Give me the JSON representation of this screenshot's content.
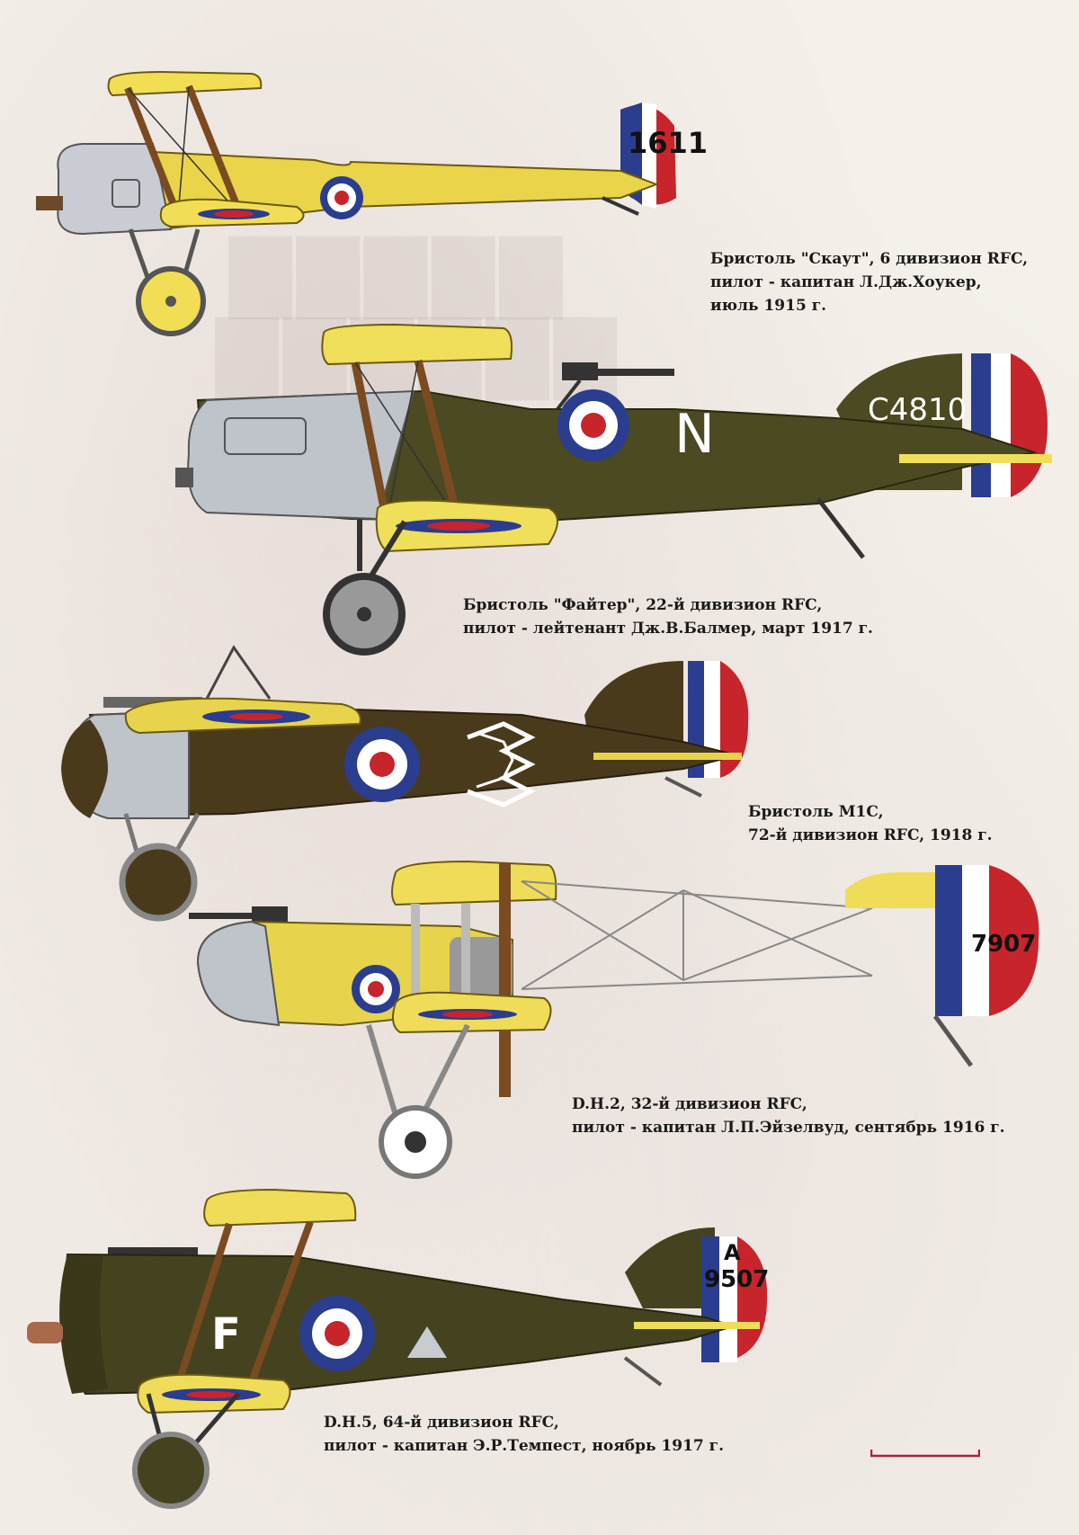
{
  "aircraft": [
    {
      "id": "bristol-scout",
      "caption": [
        "Бристоль \"Скаут\", 6 дивизион  RFC,",
        "пилот - капитан  Л.Дж.Хоукер,",
        "июль 1915 г."
      ],
      "serial": "1611",
      "colors": {
        "fuselage": "#e9d44a",
        "wing": "#f1de55",
        "cowl": "#c9ccd3"
      }
    },
    {
      "id": "bristol-fighter",
      "caption": [
        "Бристоль \"Файтер\",  22-й дивизион  RFC,",
        "пилот - лейтенант  Дж.В.Балмер, март 1917 г."
      ],
      "serial": "C4810",
      "code_letter": "N",
      "colors": {
        "fuselage": "#4b4a22",
        "wing": "#efdf5a",
        "cowl": "#bfc3ca"
      }
    },
    {
      "id": "bristol-m1c",
      "caption": [
        "Бристоль  M1C,",
        "72-й дивизион  RFC, 1918 г."
      ],
      "colors": {
        "fuselage": "#4a3a1c",
        "wing": "#e7d44c",
        "cowl": "#bfc3ca"
      }
    },
    {
      "id": "dh2",
      "caption": [
        "D.H.2, 32-й дивизион  RFC,",
        "пилот - капитан  Л.П.Эйзелвуд, сентябрь 1916 г."
      ],
      "serial": "7907",
      "colors": {
        "nacelle": "#e7d44c",
        "wing": "#efdc58",
        "frame": "#ffffff"
      }
    },
    {
      "id": "dh5",
      "caption": [
        "D.H.5, 64-й дивизион  RFC,",
        "пилот - капитан  Э.Р.Темпест, ноябрь 1917 г."
      ],
      "serial": "9507",
      "flight_letter": "A",
      "code_letter": "F",
      "colors": {
        "fuselage": "#45431f",
        "wing": "#efdc58"
      }
    }
  ],
  "roundel_colors": {
    "outer": "#2b3d8f",
    "middle": "#ffffff",
    "inner": "#c8242b"
  },
  "scale_bar_color": "#b0203a"
}
